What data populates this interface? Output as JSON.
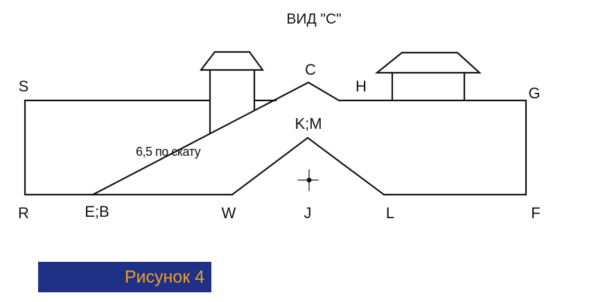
{
  "title": "ВИД \"С\"",
  "slope_note": "6,5 по скату",
  "points": {
    "S": "S",
    "C": "C",
    "H": "H",
    "G": "G",
    "KM": "K;M",
    "R": "R",
    "EB": "E;B",
    "W": "W",
    "J": "J",
    "L": "L",
    "F": "F"
  },
  "figure_label": "Рисунок 4",
  "colors": {
    "line": "#111111",
    "badge_bg": "#1f3187",
    "badge_text": "#f0a020"
  }
}
